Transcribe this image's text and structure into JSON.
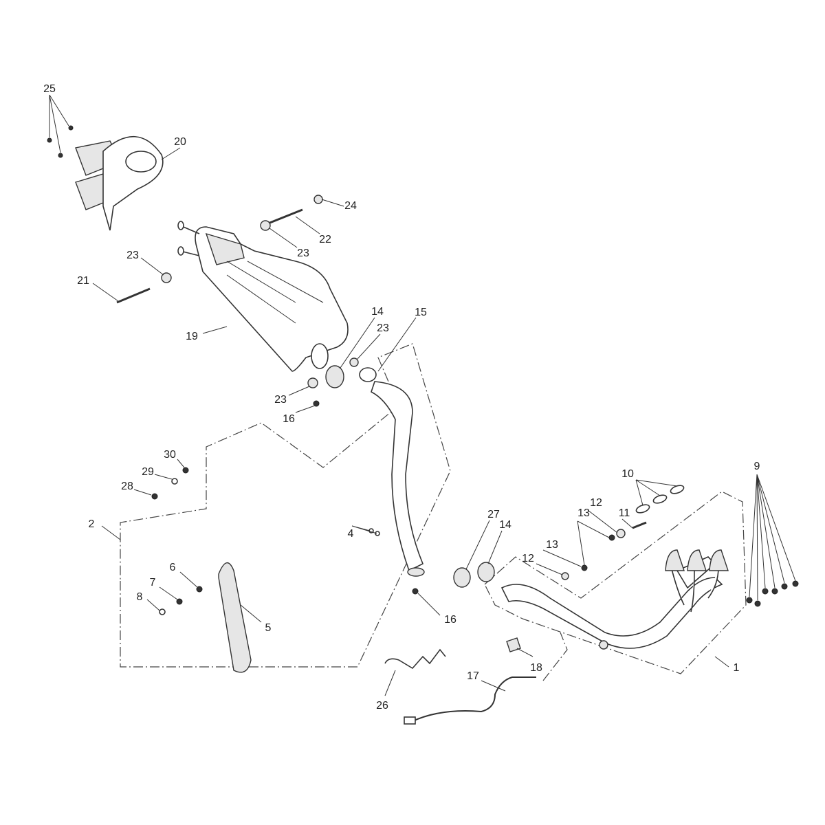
{
  "diagram": {
    "type": "exploded-parts-diagram",
    "callouts": [
      "1",
      "2",
      "4",
      "5",
      "6",
      "7",
      "8",
      "9",
      "10",
      "11",
      "12",
      "12",
      "13",
      "13",
      "14",
      "14",
      "15",
      "16",
      "16",
      "17",
      "18",
      "19",
      "20",
      "21",
      "22",
      "23",
      "23",
      "23",
      "23",
      "24",
      "25",
      "26",
      "27",
      "28",
      "29",
      "30"
    ]
  }
}
